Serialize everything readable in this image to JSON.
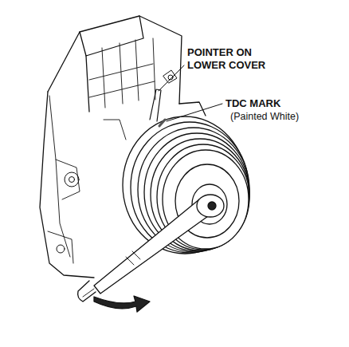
{
  "diagram": {
    "labels": [
      "POINTER ON LOWER COVER",
      "TDC MARK",
      "(Painted White)"
    ]
  }
}
